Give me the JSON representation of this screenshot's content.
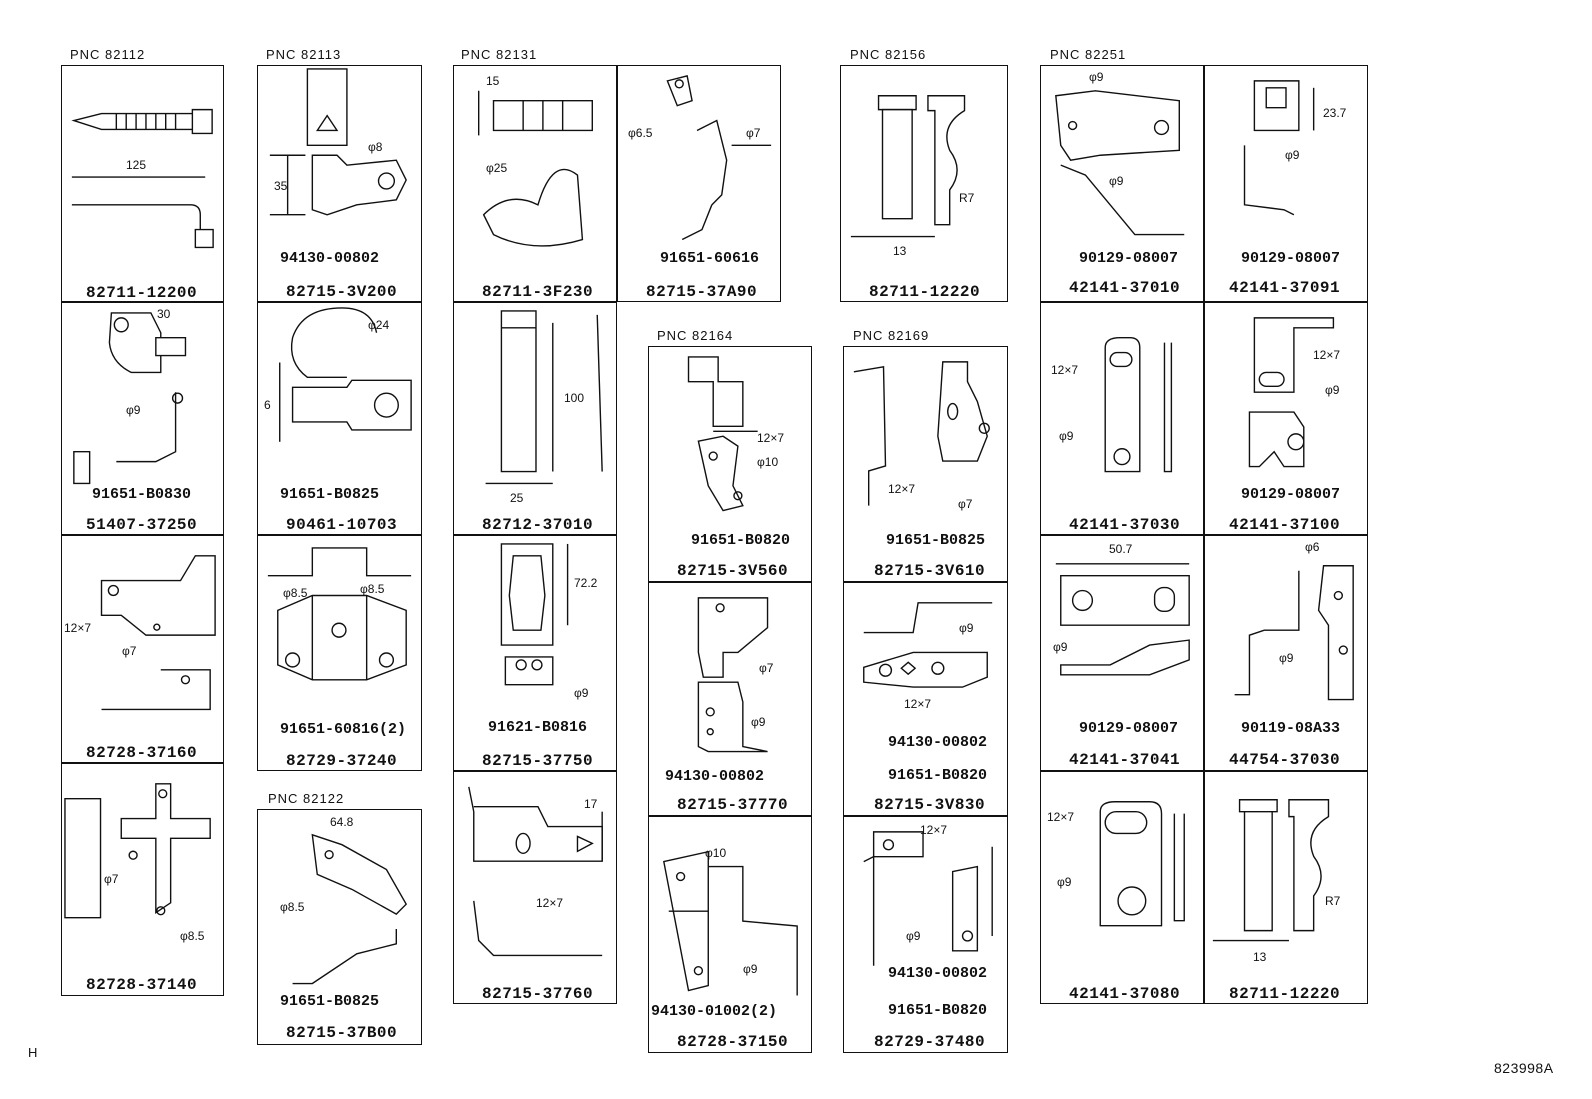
{
  "pnc_labels": [
    "PNC  82112",
    "PNC  82113",
    "PNC  82131",
    "PNC  82156",
    "PNC  82251",
    "PNC  82164",
    "PNC  82169",
    "PNC  82122"
  ],
  "cells": [
    {
      "id": "c1",
      "pn": "82711-12200",
      "dims": [
        "125"
      ]
    },
    {
      "id": "c2",
      "pn": "51407-37250",
      "bolt": "91651-B0830",
      "dims": [
        "30",
        "φ9"
      ]
    },
    {
      "id": "c3",
      "pn": "82728-37160",
      "dims": [
        "12×7",
        "φ7"
      ]
    },
    {
      "id": "c4",
      "pn": "82728-37140",
      "dims": [
        "φ7",
        "φ8.5"
      ]
    },
    {
      "id": "c5",
      "pn": "82715-3V200",
      "bolt": "94130-00802",
      "dims": [
        "35",
        "φ8"
      ]
    },
    {
      "id": "c6",
      "pn": "90461-10703",
      "bolt": "91651-B0825",
      "dims": [
        "φ24",
        "6"
      ]
    },
    {
      "id": "c7",
      "pn": "82729-37240",
      "bolt": "91651-60816(2)",
      "dims": [
        "φ8.5",
        "φ8.5"
      ]
    },
    {
      "id": "c8",
      "pn": "82715-37B00",
      "bolt": "91651-B0825",
      "dims": [
        "64.8",
        "φ8.5"
      ]
    },
    {
      "id": "c9",
      "pn": "82711-3F230",
      "dims": [
        "15",
        "φ25"
      ]
    },
    {
      "id": "c10",
      "pn": "82715-37A90",
      "bolt": "91651-60616",
      "dims": [
        "φ6.5",
        "φ7"
      ]
    },
    {
      "id": "c11",
      "pn": "82712-37010",
      "dims": [
        "100",
        "25"
      ]
    },
    {
      "id": "c12",
      "pn": "82715-37750",
      "bolt": "91621-B0816",
      "dims": [
        "72.2",
        "φ9"
      ]
    },
    {
      "id": "c13",
      "pn": "82715-37760",
      "dims": [
        "17",
        "12×7"
      ]
    },
    {
      "id": "c14",
      "pn": "82715-3V560",
      "bolt": "91651-B0820",
      "dims": [
        "12×7",
        "φ10"
      ]
    },
    {
      "id": "c15",
      "pn": "82715-37770",
      "bolt": "94130-00802",
      "dims": [
        "φ7",
        "φ9"
      ]
    },
    {
      "id": "c16",
      "pn": "82728-37150",
      "bolt": "94130-01002(2)",
      "dims": [
        "φ10",
        "φ9"
      ]
    },
    {
      "id": "c17",
      "pn": "82711-12220",
      "dims": [
        "R7",
        "13"
      ]
    },
    {
      "id": "c18",
      "pn": "82715-3V610",
      "bolt": "91651-B0825",
      "dims": [
        "12×7",
        "φ7"
      ]
    },
    {
      "id": "c19",
      "pn": "82715-3V830",
      "bolt": "94130-00802",
      "bolt2": "91651-B0820",
      "dims": [
        "φ9",
        "12×7"
      ]
    },
    {
      "id": "c20",
      "pn": "82729-37480",
      "bolt": "94130-00802",
      "bolt2": "91651-B0820",
      "dims": [
        "12×7",
        "φ9"
      ]
    },
    {
      "id": "c21",
      "pn": "42141-37010",
      "bolt": "90129-08007",
      "dims": [
        "φ9",
        "φ9"
      ]
    },
    {
      "id": "c22",
      "pn": "42141-37091",
      "bolt": "90129-08007",
      "dims": [
        "23.7",
        "φ9"
      ]
    },
    {
      "id": "c23",
      "pn": "42141-37030",
      "dims": [
        "12×7",
        "φ9"
      ]
    },
    {
      "id": "c24",
      "pn": "42141-37100",
      "bolt": "90129-08007",
      "dims": [
        "12×7",
        "φ9"
      ]
    },
    {
      "id": "c25",
      "pn": "42141-37041",
      "bolt": "90129-08007",
      "dims": [
        "50.7",
        "φ9"
      ]
    },
    {
      "id": "c26",
      "pn": "44754-37030",
      "bolt": "90119-08A33",
      "dims": [
        "φ6",
        "φ9"
      ]
    },
    {
      "id": "c27",
      "pn": "42141-37080",
      "dims": [
        "12×7",
        "φ9"
      ]
    },
    {
      "id": "c28",
      "pn": "82711-12220",
      "dims": [
        "R7",
        "13"
      ]
    }
  ],
  "corner_label": "H",
  "ref_code": "823998A"
}
